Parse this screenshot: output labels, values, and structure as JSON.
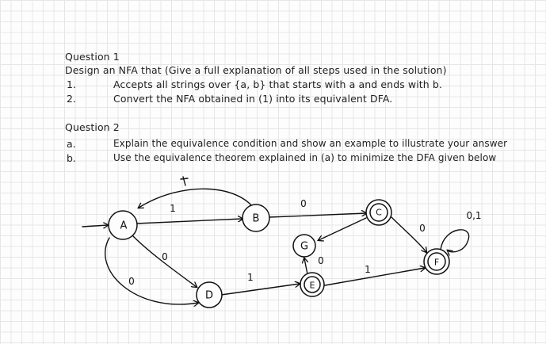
{
  "q1": {
    "title": "Question 1",
    "prompt": "Design an NFA that (Give a full explanation of all steps used in the solution)",
    "items": [
      {
        "num": "1.",
        "text": "Accepts all strings over {a, b} that starts with a and ends with b."
      },
      {
        "num": "2.",
        "text": "Convert the NFA obtained in (1) into its equivalent DFA."
      }
    ]
  },
  "q2": {
    "title": "Question 2",
    "items": [
      {
        "num": "a.",
        "text": "Explain the equivalence condition and show an example to illustrate your answer"
      },
      {
        "num": "b.",
        "text": "Use the equivalence theorem explained in (a) to minimize the DFA given below"
      }
    ]
  },
  "dfa": {
    "states": [
      "A",
      "B",
      "C",
      "D",
      "E",
      "F",
      "G"
    ],
    "edge_labels": {
      "a_b_top": "1",
      "a_b_straight": "1",
      "b_c": "0",
      "a_d": "0",
      "a_d_loop": "0",
      "d_e": "1",
      "e_g": "0",
      "e_f": "1",
      "c_f": "0",
      "f_self": "0,1"
    }
  }
}
